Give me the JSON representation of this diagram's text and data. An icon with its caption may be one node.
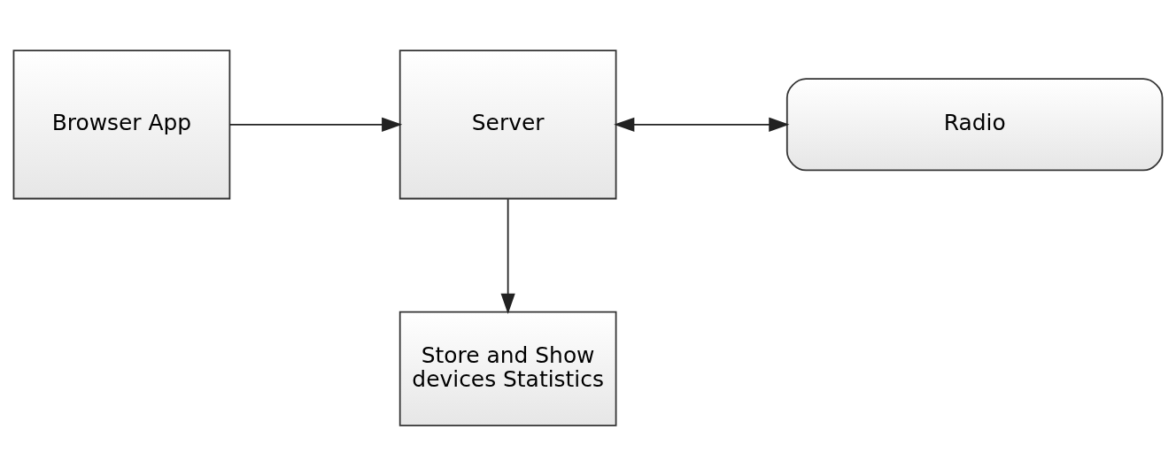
{
  "diagram": {
    "nodes": [
      {
        "text": [
          "Browser App"
        ]
      },
      {
        "text": [
          "Server"
        ]
      },
      {
        "text": [
          "Radio"
        ]
      },
      {
        "text": [
          "Store and Show devices Statistics"
        ]
      }
    ],
    "edges": [
      {
        "from": 0,
        "to": 1,
        "arrow": "to"
      },
      {
        "from": 1,
        "to": 2,
        "arrow": "both"
      },
      {
        "from": 1,
        "to": 3,
        "arrow": "to"
      }
    ]
  }
}
